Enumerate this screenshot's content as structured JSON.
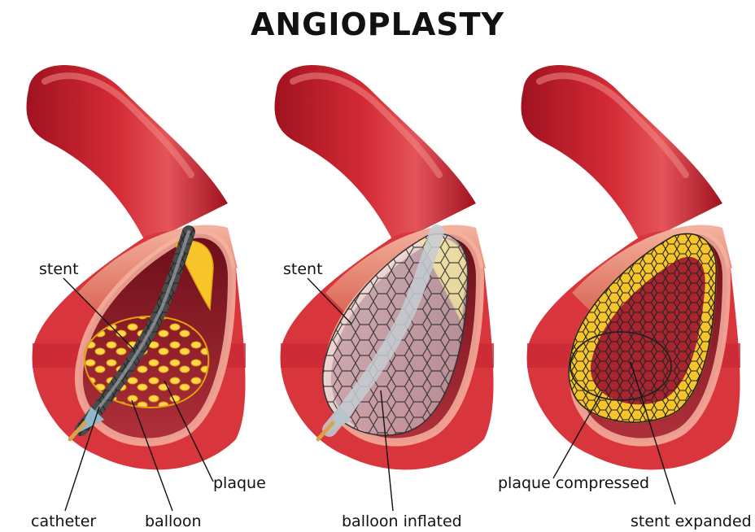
{
  "title": "ANGIOPLASTY",
  "panels": [
    {
      "stage": "balloon-deflated",
      "labels": {
        "stent": "stent",
        "catheter": "catheter",
        "balloon": "balloon",
        "plaque": "plaque"
      }
    },
    {
      "stage": "balloon-inflated",
      "labels": {
        "stent": "stent",
        "balloon_inflated": "balloon inflated"
      }
    },
    {
      "stage": "stent-expanded",
      "labels": {
        "plaque_compressed": "plaque compressed",
        "stent_expanded": "stent expanded"
      }
    }
  ],
  "colors": {
    "vessel_dark": "#a0121f",
    "vessel": "#c8202e",
    "vessel_highlight": "#f07a78",
    "wall": "#e88a78",
    "lumen": "#8a1a24",
    "plaque": "#f2c526",
    "plaque_edge": "#e2a112",
    "stent": "#2a2a2a",
    "balloon": "#cfd6de",
    "catheter_tip": "#d9a24c"
  }
}
